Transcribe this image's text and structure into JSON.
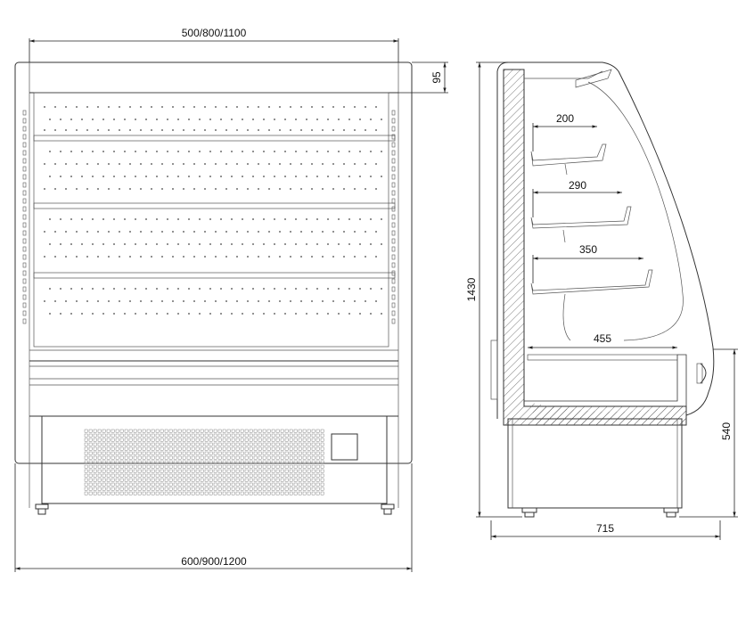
{
  "front_view": {
    "top_width": "500/800/1100",
    "bottom_width": "600/900/1200",
    "canopy_height": "95"
  },
  "side_view": {
    "total_height": "1430",
    "base_height": "540",
    "depth": "715",
    "shelf_depths": [
      "200",
      "290",
      "350"
    ],
    "base_shelf_depth": "455"
  }
}
